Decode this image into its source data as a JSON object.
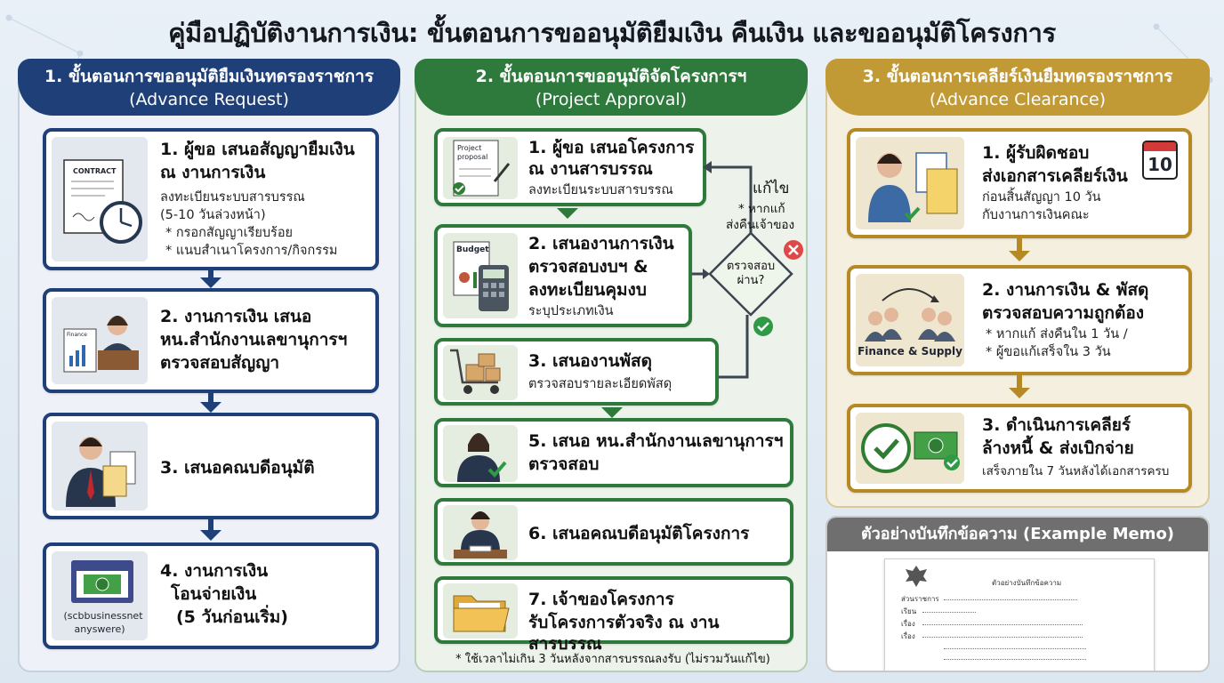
{
  "title": "คู่มือปฏิบัติงานการเงิน: ขั้นตอนการขออนุมัติยืมเงิน คืนเงิน และขออนุมัติโครงการ",
  "colors": {
    "col1": "#1f3f78",
    "col2": "#2e7a3d",
    "col3": "#c19a35",
    "memo": "#6f6f6f"
  },
  "col1": {
    "header": "1. ขั้นตอนการขออนุมัติยืมเงินทดรองราชการ",
    "subheader": "(Advance Request)",
    "steps": [
      {
        "icon": "contract-clock-icon",
        "icon_text": "CONTRACT",
        "title_1": "1. ผู้ขอ เสนอสัญญายืมเงิน",
        "title_2": "ณ งานการเงิน",
        "lines": [
          "ลงทะเบียนระบบสารบรรณ",
          "(5-10 วันล่วงหน้า)",
          "* กรอกสัญญาเรียบร้อย",
          "* แนบสำเนาโครงการ/กิจกรรม"
        ]
      },
      {
        "icon": "finance-officer-icon",
        "icon_text": "Finance",
        "title_1": "2. งานการเงิน เสนอ",
        "title_2": "หน.สำนักงานเลขานุการฯ",
        "title_3": "ตรวจสอบสัญญา"
      },
      {
        "icon": "executive-document-icon",
        "title_1": "3. เสนอคณบดีอนุมัติ"
      },
      {
        "icon": "money-transfer-icon",
        "icon_text_1": "(scbbusinessnet",
        "icon_text_2": "anyswere)",
        "title_1": "4. งานการเงิน",
        "title_2": "โอนจ่ายเงิน",
        "title_3": "(5 วันก่อนเริ่ม)"
      }
    ]
  },
  "col2": {
    "header": "2. ขั้นตอนการขออนุมัติจัดโครงการฯ",
    "subheader": "(Project Approval)",
    "steps": [
      {
        "icon": "project-proposal-icon",
        "icon_text_1": "Project",
        "icon_text_2": "proposal",
        "title_1": "1. ผู้ขอ เสนอโครงการ",
        "title_2": "ณ งานสารบรรณ",
        "line": "ลงทะเบียนระบบสารบรรณ"
      },
      {
        "icon": "budget-calculator-icon",
        "icon_text": "Budget",
        "title_1": "2. เสนองานการเงิน",
        "title_2": "ตรวจสอบงบฯ &",
        "title_3": "ลงทะเบียนคุมงบ",
        "line": "ระบุประเภทเงิน"
      },
      {
        "icon": "supply-cart-icon",
        "title_1": "3. เสนองานพัสดุ",
        "line": "ตรวจสอบรายละเอียดพัสดุ"
      },
      {
        "icon": "female-officer-check-icon",
        "title_1": "5. เสนอ หน.สำนักงานเลขานุการฯ",
        "title_2": "ตรวจสอบ"
      },
      {
        "icon": "dean-signing-icon",
        "title_1": "6. เสนอคณบดีอนุมัติโครงการ"
      },
      {
        "icon": "folder-icon",
        "title_1": "7. เจ้าของโครงการ",
        "title_2": "รับโครงการตัวจริง ณ งานสารบรรณ"
      }
    ],
    "decision": "ตรวจสอบ ผ่าน?",
    "fix_title": "แก้ไข",
    "fix_note_1": "* หากแก้",
    "fix_note_2": "ส่งคืนเจ้าของ",
    "footnote": "* ใช้เวลาไม่เกิน 3 วันหลังจากสารบรรณลงรับ (ไม่รวมวันแก้ไข)"
  },
  "col3": {
    "header": "3. ขั้นตอนการเคลียร์เงินยืมทดรองราชการ",
    "subheader": "(Advance Clearance)",
    "steps": [
      {
        "icon": "person-documents-icon",
        "title_1": "1. ผู้รับผิดชอบ",
        "title_2": "ส่งเอกสารเคลียร์เงิน",
        "lines": [
          "ก่อนสิ้นสัญญา 10 วัน",
          "กับงานการเงินคณะ"
        ],
        "calendar_value": "10"
      },
      {
        "icon": "finance-supply-team-icon",
        "icon_text": "Finance & Supply",
        "title_1": "2. งานการเงิน & พัสดุ",
        "title_2": "ตรวจสอบความถูกต้อง",
        "lines": [
          "* หากแก้ ส่งคืนใน 1 วัน /",
          "* ผู้ขอแก้เสร็จใน 3 วัน"
        ]
      },
      {
        "icon": "check-money-icon",
        "title_1": "3. ดำเนินการเคลียร์",
        "title_2": "ล้างหนี้ & ส่งเบิกจ่าย",
        "line": "เสร็จภายใน 7 วันหลังได้เอกสารครบ"
      }
    ]
  },
  "memo": {
    "header": "ตัวอย่างบันทึกข้อความ (Example Memo)",
    "doc_title": "ตัวอย่างบันทึกข้อความ",
    "fields": [
      "ส่วนราชการ",
      "เรียน",
      "เรื่อง",
      "เรื่อง"
    ]
  }
}
